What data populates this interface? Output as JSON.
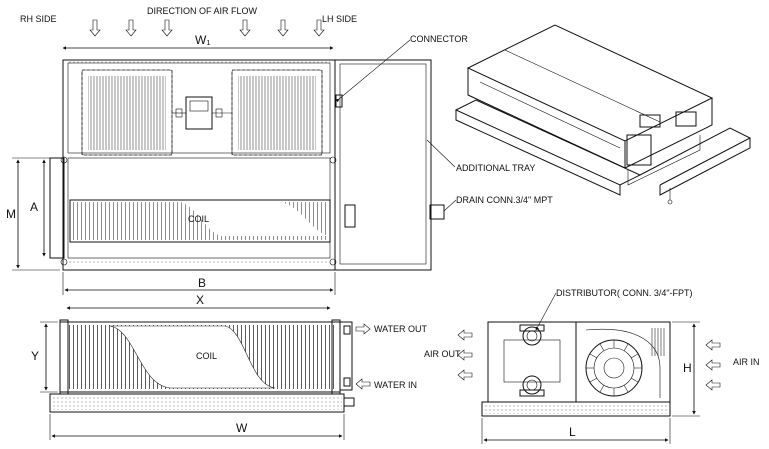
{
  "labels": {
    "rh_side": "RH  SIDE",
    "lh_side": "LH SIDE",
    "direction_of_air_flow": "DIRECTION OF AIR FLOW",
    "w1": "W₁",
    "connector": "CONNECTOR",
    "additional_tray": "ADDITIONAL TRAY",
    "drain_conn": "DRAIN CONN.3/4\" MPT",
    "coil_top": "COIL",
    "coil_bottom": "COIL",
    "dim_m": "M",
    "dim_a": "A",
    "dim_b": "B",
    "dim_x": "X",
    "dim_y": "Y",
    "dim_w": "W",
    "dim_h": "H",
    "dim_l": "L",
    "water_out": "WATER OUT",
    "water_in": "WATER IN",
    "distributor": "DISTRIBUTOR( CONN. 3/4\"-FPT)",
    "air_out": "AIR OUT",
    "air_in": "AIR IN"
  }
}
